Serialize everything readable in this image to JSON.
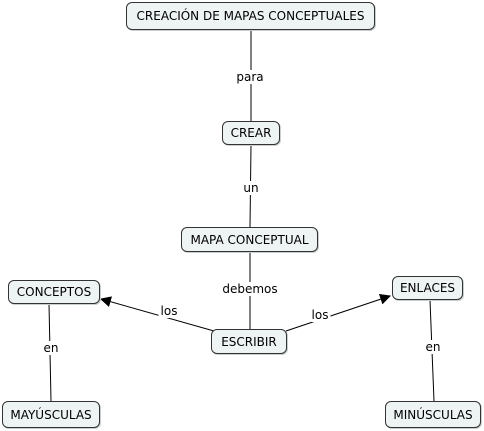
{
  "colors": {
    "node_fill": "#eef3f3",
    "node_border": "#333333",
    "connector": "#000000",
    "background": "#ffffff"
  },
  "nodes": {
    "title": "CREACIÓN DE MAPAS CONCEPTUALES",
    "crear": "CREAR",
    "mapa_conceptual": "MAPA CONCEPTUAL",
    "escribir": "ESCRIBIR",
    "conceptos": "CONCEPTOS",
    "enlaces": "ENLACES",
    "mayusculas": "MAYÚSCULAS",
    "minusculas": "MINÚSCULAS"
  },
  "links": {
    "para": "para",
    "un": "un",
    "debemos": "debemos",
    "los_left": "los",
    "los_right": "los",
    "en_left": "en",
    "en_right": "en"
  }
}
